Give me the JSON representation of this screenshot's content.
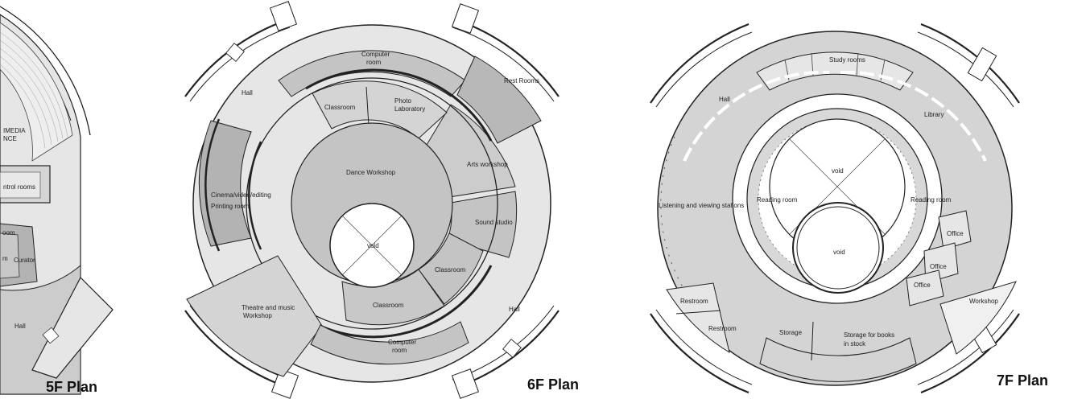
{
  "plans": {
    "p5": {
      "title": "5F Plan",
      "labels": {
        "multimedia_1": "IMEDIA",
        "multimedia_2": "NCE",
        "control_rooms": "ntrol rooms",
        "room_a": "oom",
        "room_b": "m",
        "curator": "Curator",
        "hall": "Hall"
      }
    },
    "p6": {
      "title": "6F Plan",
      "labels": {
        "computer_room_top_1": "Computer",
        "computer_room_top_2": "room",
        "hall_top": "Hall",
        "rest_rooms": "Rest Rooms",
        "classroom_top": "Classroom",
        "photo_lab_1": "Photo",
        "photo_lab_2": "Laboratory",
        "arts_workshop": "Arts workshop",
        "dance_workshop": "Dance Workshop",
        "cinema": "Cinema/video/editing",
        "printing_room": "Printing room",
        "sound_studio": "Sound studio",
        "void": "void",
        "classroom_right": "Classroom",
        "classroom_bottom": "Classroom",
        "theatre_1": "Theatre and music",
        "theatre_2": "Workshop",
        "hall_bottom": "Hall",
        "computer_room_bottom_1": "Computer",
        "computer_room_bottom_2": "room"
      }
    },
    "p7": {
      "title": "7F Plan",
      "labels": {
        "study_rooms": "Study rooms",
        "hall": "Hall",
        "library": "Library",
        "void_upper": "void",
        "reading_room_left": "Reading room",
        "reading_room_right": "Reading room",
        "listening": "Listening and viewing stations",
        "void_lower": "void",
        "office_1": "Office",
        "office_2": "Office",
        "office_3": "Office",
        "restroom_1": "Restroom",
        "restroom_2": "Restroom",
        "workshop": "Workshop",
        "storage": "Storage",
        "storage_books_1": "Storage for books",
        "storage_books_2": "in stock"
      }
    }
  },
  "colors": {
    "background": "#ffffff",
    "circulation": "#e6e6e6",
    "room_light": "#d4d4d4",
    "room_mid": "#c4c4c4",
    "room_dark": "#b3b3b3",
    "wall": "#222222",
    "void": "#ffffff"
  }
}
